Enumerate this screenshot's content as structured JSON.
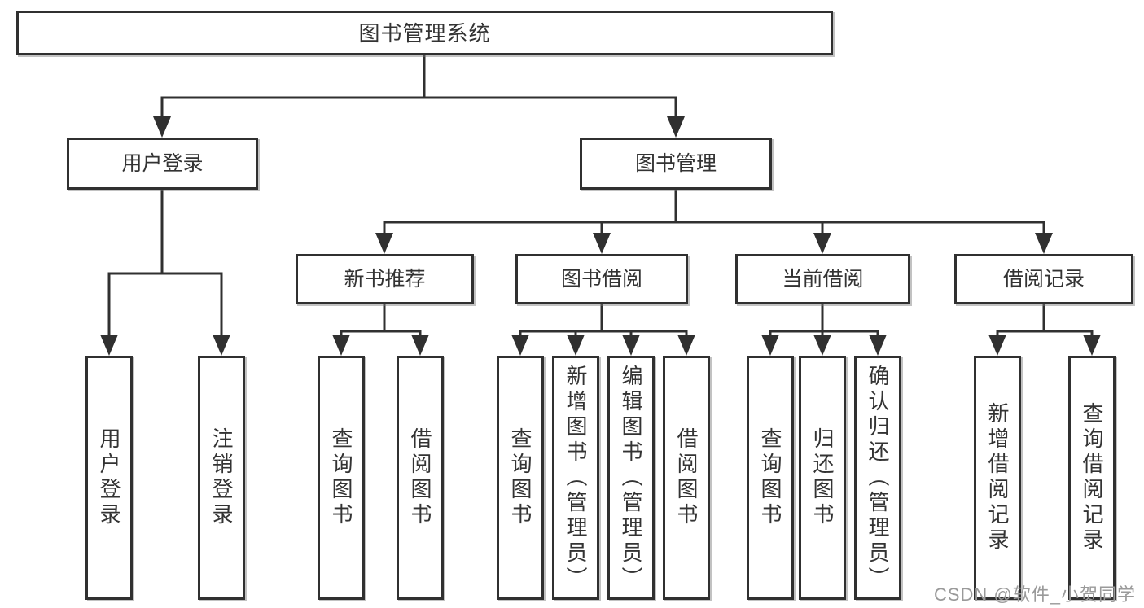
{
  "diagram": {
    "root": {
      "label": "图书管理系统"
    },
    "level2": [
      {
        "label": "用户登录"
      },
      {
        "label": "图书管理"
      }
    ],
    "level3": [
      {
        "label": "新书推荐"
      },
      {
        "label": "图书借阅"
      },
      {
        "label": "当前借阅"
      },
      {
        "label": "借阅记录"
      }
    ],
    "leaves": [
      {
        "label": "用户登录"
      },
      {
        "label": "注销登录"
      },
      {
        "label": "查询图书"
      },
      {
        "label": "借阅图书"
      },
      {
        "label": "查询图书"
      },
      {
        "label": "新增图书（管理员）"
      },
      {
        "label": "编辑图书（管理员）"
      },
      {
        "label": "借阅图书"
      },
      {
        "label": "查询图书"
      },
      {
        "label": "归还图书"
      },
      {
        "label": "确认归还（管理员）"
      },
      {
        "label": "新增借阅记录"
      },
      {
        "label": "查询借阅记录"
      }
    ]
  },
  "watermark": {
    "text": "CSDN @软件_小贺同学"
  },
  "colors": {
    "background": "#ffffff",
    "line": "#303030",
    "box_border": "#303030",
    "text": "#333333",
    "watermark": "#9a9a9a"
  }
}
